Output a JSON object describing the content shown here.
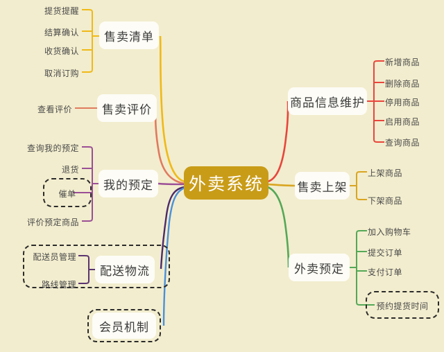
{
  "diagram": {
    "type": "mind-map",
    "title": "外卖系统",
    "background_color": "#F2EDCE",
    "root": {
      "label": "外卖系统",
      "color": "#C99C18",
      "text_color": "#FFFFFF"
    },
    "branches": [
      {
        "id": "sell-list",
        "label": "售卖清单",
        "side": "left",
        "color": "#EFB918",
        "children": [
          {
            "label": "提货提醒",
            "dashed": false
          },
          {
            "label": "结算确认",
            "dashed": false
          },
          {
            "label": "收货确认",
            "dashed": false
          },
          {
            "label": "取消订购",
            "dashed": false
          }
        ]
      },
      {
        "id": "sell-review",
        "label": "售卖评价",
        "side": "left",
        "color": "#E07A5F",
        "children": [
          {
            "label": "查看评价",
            "dashed": false
          }
        ]
      },
      {
        "id": "my-booking",
        "label": "我的预定",
        "side": "left",
        "color": "#9B4F96",
        "children": [
          {
            "label": "查询我的预定",
            "dashed": false
          },
          {
            "label": "退货",
            "dashed": false
          },
          {
            "label": "催单",
            "dashed": true
          },
          {
            "label": "评价预定商品",
            "dashed": false
          }
        ]
      },
      {
        "id": "delivery-logistics",
        "label": "配送物流",
        "side": "left",
        "color": "#4B2A6B",
        "group_dashed": true,
        "children": [
          {
            "label": "配送员管理",
            "dashed": false
          },
          {
            "label": "路线管理",
            "dashed": false
          }
        ]
      },
      {
        "id": "member-system",
        "label": "会员机制",
        "side": "left",
        "color": "#4A90D9",
        "group_dashed": true,
        "children": []
      },
      {
        "id": "product-info",
        "label": "商品信息维护",
        "side": "right",
        "color": "#E8453C",
        "children": [
          {
            "label": "新增商品",
            "dashed": false
          },
          {
            "label": "删除商品",
            "dashed": false
          },
          {
            "label": "停用商品",
            "dashed": false
          },
          {
            "label": "启用商品",
            "dashed": false
          },
          {
            "label": "查询商品",
            "dashed": false
          }
        ]
      },
      {
        "id": "sell-listing",
        "label": "售卖上架",
        "side": "right",
        "color": "#D9A520",
        "children": [
          {
            "label": "上架商品",
            "dashed": false
          },
          {
            "label": "下架商品",
            "dashed": false
          }
        ]
      },
      {
        "id": "takeout-booking",
        "label": "外卖预定",
        "side": "right",
        "color": "#54A857",
        "children": [
          {
            "label": "加入购物车",
            "dashed": false
          },
          {
            "label": "提交订单",
            "dashed": false
          },
          {
            "label": "支付订单",
            "dashed": false
          },
          {
            "label": "预约提货时间",
            "dashed": true
          }
        ]
      }
    ]
  }
}
